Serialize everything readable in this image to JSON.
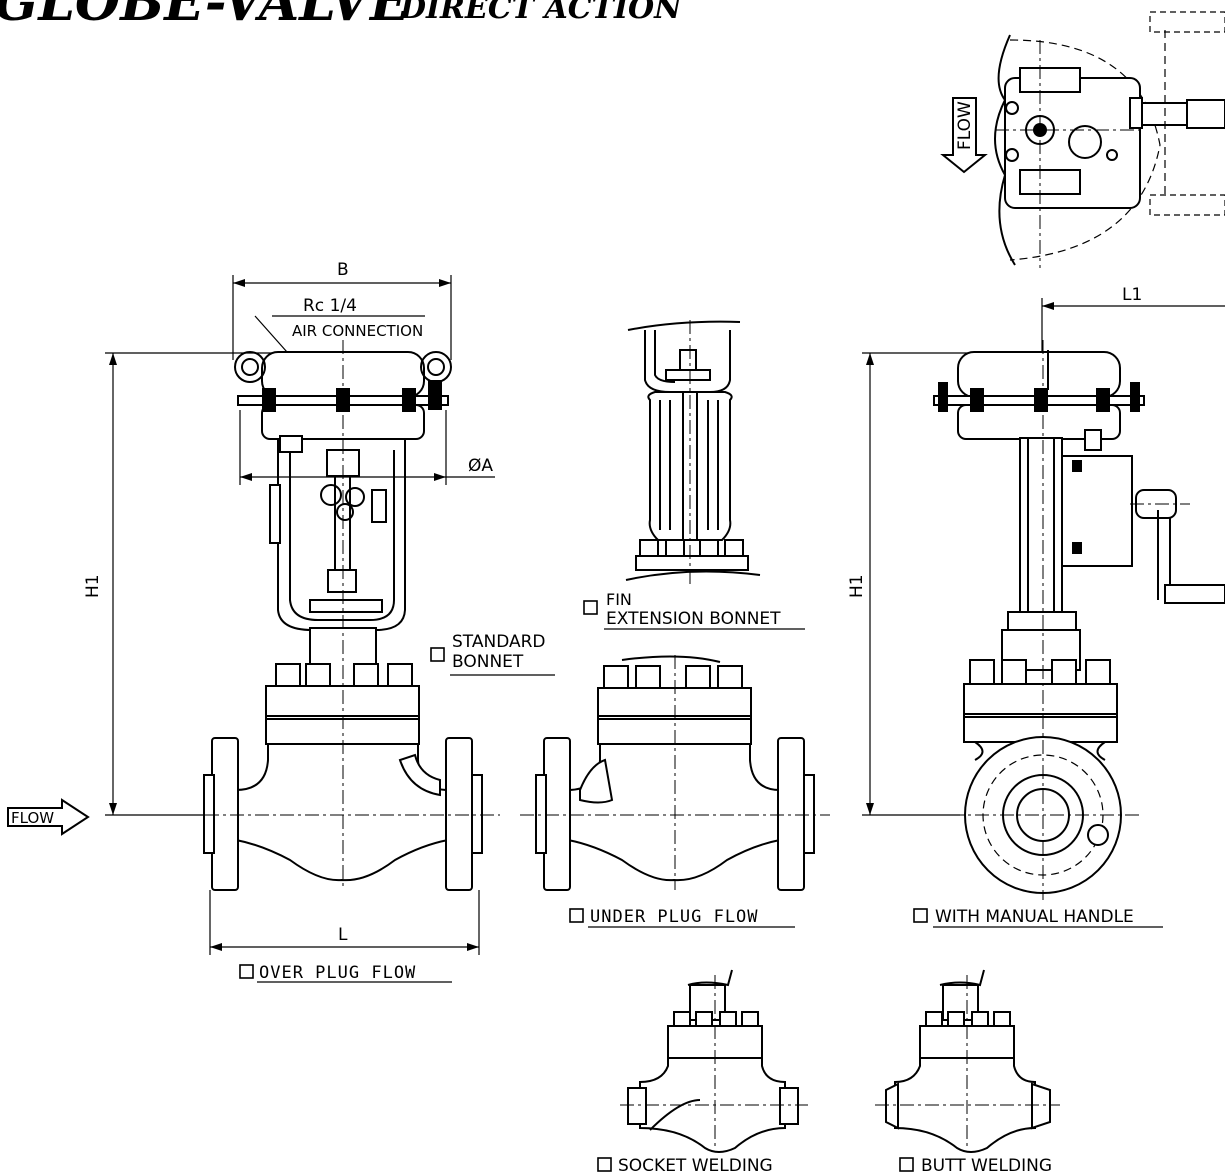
{
  "title": {
    "main": "GLOBE-VALVE",
    "sub": "DIRECT ACTION"
  },
  "labels": {
    "dim_b": "B",
    "rc": "Rc 1/4",
    "air_connection": "AIR CONNECTION",
    "dim_phi_a": "ØA",
    "dim_h1_left": "H1",
    "dim_h1_right": "H1",
    "dim_l": "L",
    "dim_l1": "L1",
    "flow_side": "FLOW",
    "flow_top": "FLOW"
  },
  "options": {
    "standard_bonnet_1": "STANDARD",
    "standard_bonnet_2": "BONNET",
    "fin_bonnet_1": "FIN",
    "fin_bonnet_2": "EXTENSION BONNET",
    "over_plug_flow": "OVER PLUG FLOW",
    "under_plug_flow": "UNDER PLUG FLOW",
    "with_manual_handle": "WITH MANUAL HANDLE",
    "socket_welding": "SOCKET WELDING",
    "butt_welding": "BUTT WELDING"
  }
}
